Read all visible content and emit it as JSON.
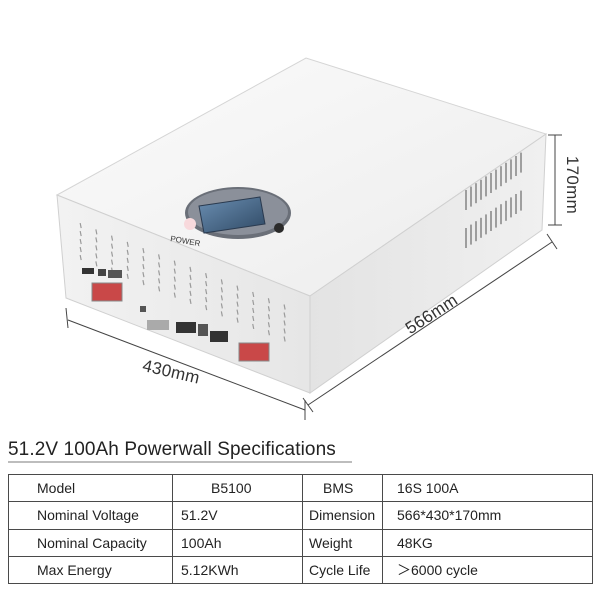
{
  "product": {
    "power_label": "POWER",
    "colors": {
      "body": "#f3f3f3",
      "top": "#f7f7f7",
      "side": "#e9e9e9",
      "display": "#3a4452",
      "connector": "#d9534f"
    }
  },
  "dimensions": {
    "height": "170mm",
    "depth": "566mm",
    "width": "430mm"
  },
  "specs": {
    "title": "51.2V 100Ah Powerwall Specifications",
    "rows": [
      {
        "label1": "Model",
        "value1": "B5100",
        "label2": "BMS",
        "value2": "16S 100A"
      },
      {
        "label1": "Nominal Voltage",
        "value1": "51.2V",
        "label2": "Dimension",
        "value2": "566*430*170mm"
      },
      {
        "label1": "Nominal Capacity",
        "value1": "100Ah",
        "label2": "Weight",
        "value2": "48KG"
      },
      {
        "label1": "Max Energy",
        "value1": "5.12KWh",
        "label2": "Cycle Life",
        "value2": "＞6000 cycle"
      }
    ]
  }
}
